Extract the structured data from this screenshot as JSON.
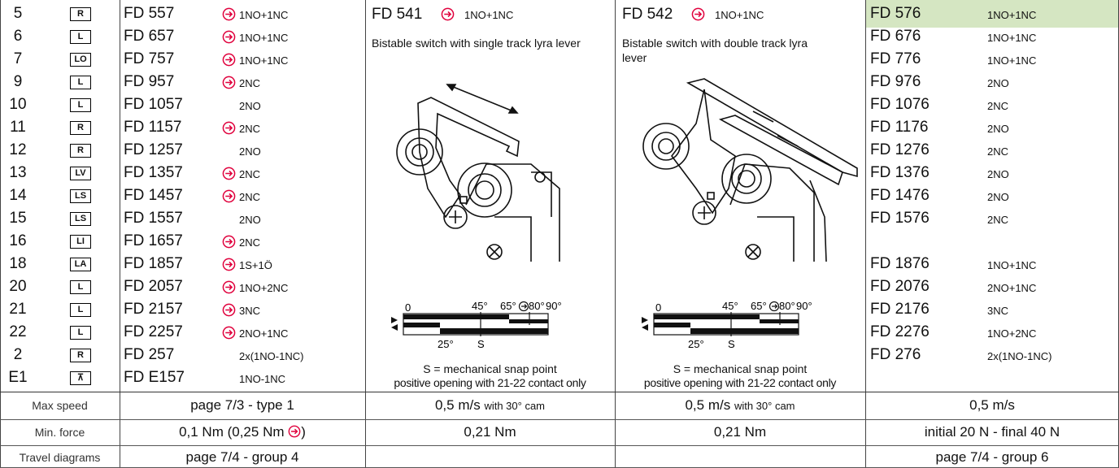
{
  "rows": [
    {
      "no": "5",
      "lever": "R",
      "code": "FD 557",
      "arrow": true,
      "contact": "1NO+1NC"
    },
    {
      "no": "6",
      "lever": "L",
      "code": "FD 657",
      "arrow": true,
      "contact": "1NO+1NC"
    },
    {
      "no": "7",
      "lever": "LO",
      "code": "FD 757",
      "arrow": true,
      "contact": "1NO+1NC"
    },
    {
      "no": "9",
      "lever": "L",
      "code": "FD 957",
      "arrow": true,
      "contact": "2NC"
    },
    {
      "no": "10",
      "lever": "L",
      "code": "FD 1057",
      "arrow": false,
      "contact": "2NO"
    },
    {
      "no": "11",
      "lever": "R",
      "code": "FD 1157",
      "arrow": true,
      "contact": "2NC"
    },
    {
      "no": "12",
      "lever": "R",
      "code": "FD 1257",
      "arrow": false,
      "contact": "2NO"
    },
    {
      "no": "13",
      "lever": "LV",
      "code": "FD 1357",
      "arrow": true,
      "contact": "2NC"
    },
    {
      "no": "14",
      "lever": "LS",
      "code": "FD 1457",
      "arrow": true,
      "contact": "2NC"
    },
    {
      "no": "15",
      "lever": "LS",
      "code": "FD 1557",
      "arrow": false,
      "contact": "2NO"
    },
    {
      "no": "16",
      "lever": "LI",
      "code": "FD 1657",
      "arrow": true,
      "contact": "2NC"
    },
    {
      "no": "18",
      "lever": "LA",
      "code": "FD 1857",
      "arrow": true,
      "contact": "1S+1Ö"
    },
    {
      "no": "20",
      "lever": "L",
      "code": "FD 2057",
      "arrow": true,
      "contact": "1NO+2NC"
    },
    {
      "no": "21",
      "lever": "L",
      "code": "FD 2157",
      "arrow": true,
      "contact": "3NC"
    },
    {
      "no": "22",
      "lever": "L",
      "code": "FD 2257",
      "arrow": true,
      "contact": "2NO+1NC"
    },
    {
      "no": "2",
      "lever": "R",
      "code": "FD 257",
      "arrow": false,
      "contact": "2x(1NO-1NC)"
    },
    {
      "no": "E1",
      "lever": "⊼",
      "code": "FD E157",
      "arrow": false,
      "contact": "1NO-1NC"
    }
  ],
  "right_rows": [
    {
      "code": "FD 576",
      "contact": "1NO+1NC"
    },
    {
      "code": "FD 676",
      "contact": "1NO+1NC"
    },
    {
      "code": "FD 776",
      "contact": "1NO+1NC"
    },
    {
      "code": "FD 976",
      "contact": "2NO"
    },
    {
      "code": "FD 1076",
      "contact": "2NC"
    },
    {
      "code": "FD 1176",
      "contact": "2NO"
    },
    {
      "code": "FD 1276",
      "contact": "2NC"
    },
    {
      "code": "FD 1376",
      "contact": "2NO"
    },
    {
      "code": "FD 1476",
      "contact": "2NO"
    },
    {
      "code": "FD 1576",
      "contact": "2NC"
    },
    {
      "code": "",
      "contact": ""
    },
    {
      "code": "FD 1876",
      "contact": "1NO+1NC"
    },
    {
      "code": "FD 2076",
      "contact": "2NO+1NC"
    },
    {
      "code": "FD 2176",
      "contact": "3NC"
    },
    {
      "code": "FD 2276",
      "contact": "1NO+2NC"
    },
    {
      "code": "FD 276",
      "contact": "2x(1NO-1NC)"
    },
    {
      "code": "",
      "contact": ""
    }
  ],
  "col541": {
    "code": "FD 541",
    "contact": "1NO+1NC",
    "desc": "Bistable switch with single track lyra lever",
    "note1": "S = mechanical snap point",
    "note2": "positive opening with 21-22 contact only"
  },
  "col542": {
    "code": "FD 542",
    "contact": "1NO+1NC",
    "desc": "Bistable switch with double track lyra lever",
    "note1": "S = mechanical snap point",
    "note2": "positive opening with 21-22 contact only"
  },
  "diagram": {
    "l0": "0",
    "l45": "45°",
    "l65": "65°",
    "l80": "80°",
    "l90": "90°",
    "l25": "25°",
    "lS": "S"
  },
  "footer": {
    "max_speed": {
      "label": "Max speed",
      "c1": "page 7/3 - type 1",
      "c2": "0,5 m/s",
      "c2_small": "with 30° cam",
      "c3": "0,5 m/s",
      "c3_small": "with 30° cam",
      "c4": "0,5 m/s"
    },
    "min_force": {
      "label": "Min. force",
      "c1": "0,1 Nm (0,25 Nm",
      "c1_end": ")",
      "c2": "0,21 Nm",
      "c3": "0,21 Nm",
      "c4": "initial 20 N - final 40 N"
    },
    "travel": {
      "label": "Travel diagrams",
      "c1": "page 7/4 - group 4",
      "c2": "",
      "c3": "",
      "c4": "page 7/4 - group 6"
    }
  },
  "colors": {
    "accent_green": "#d5e6c2",
    "arrow_red": "#e0003c"
  }
}
